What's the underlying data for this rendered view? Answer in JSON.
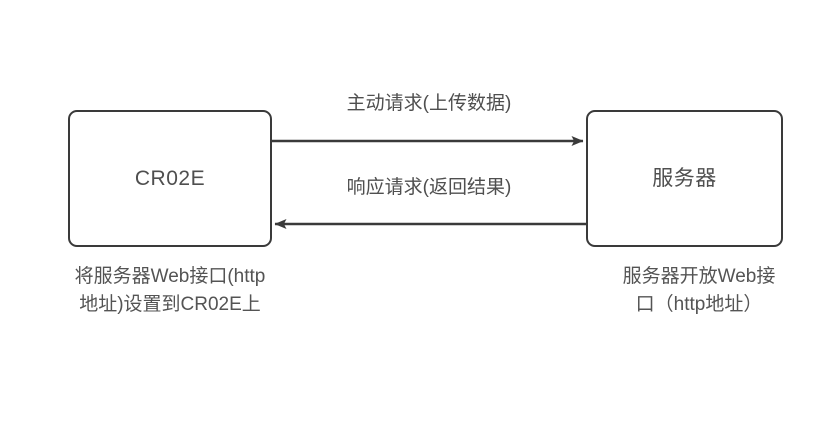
{
  "diagram": {
    "background_color": "#ffffff",
    "stroke_color": "#3a3a3a",
    "text_color": "#4f4f4f",
    "nodes": [
      {
        "id": "device",
        "label": "CR02E"
      },
      {
        "id": "server",
        "label": "服务器"
      }
    ],
    "edges": [
      {
        "id": "request",
        "label": "主动请求(上传数据)",
        "direction": "right",
        "from": "device",
        "to": "server"
      },
      {
        "id": "response",
        "label": "响应请求(返回结果)",
        "direction": "left",
        "from": "server",
        "to": "device"
      }
    ],
    "captions": [
      {
        "id": "device",
        "lines": [
          "将服务器Web接口(http",
          "地址)设置到CR02E上"
        ]
      },
      {
        "id": "server",
        "lines": [
          "服务器开放Web接",
          "口（http地址）"
        ]
      }
    ]
  }
}
